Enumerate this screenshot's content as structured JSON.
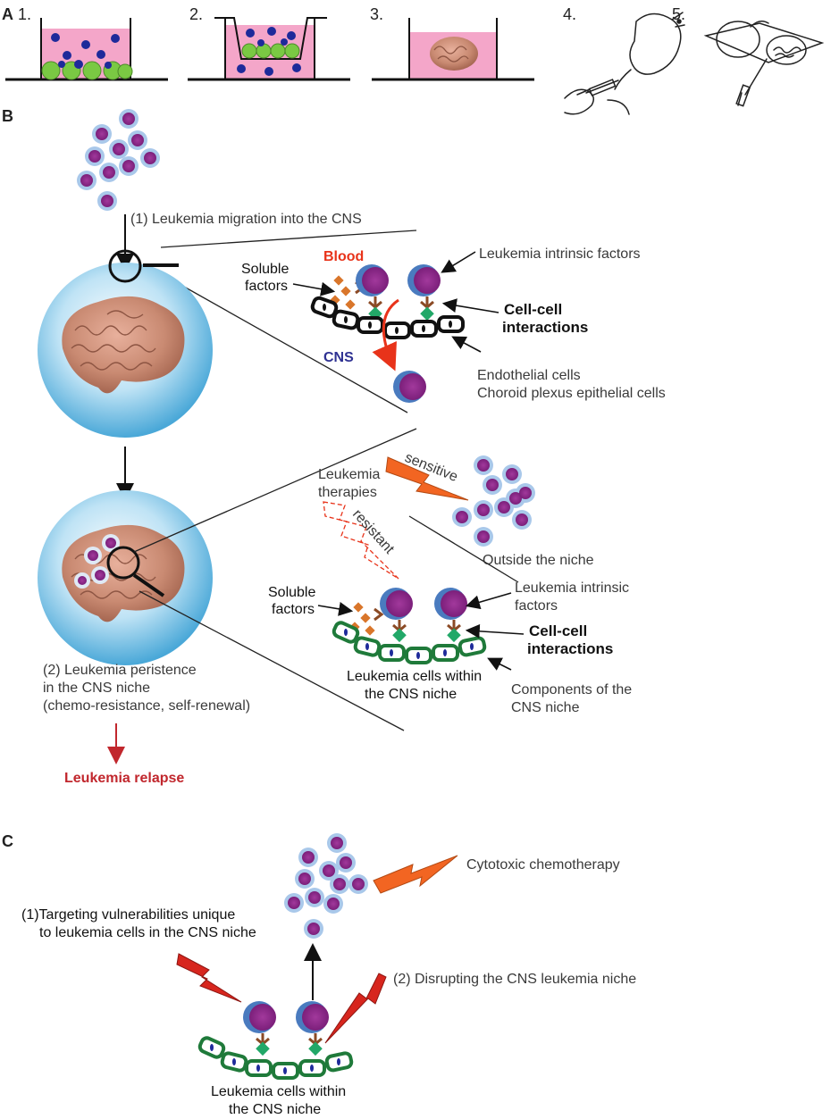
{
  "panels": {
    "a": {
      "letter": "A",
      "steps": [
        "1.",
        "2.",
        "3.",
        "4.",
        "5."
      ]
    },
    "b": {
      "letter": "B",
      "migration_label": "(1) Leukemia migration into the CNS",
      "blood_label": "Blood",
      "cns_label": "CNS",
      "soluble_factors": [
        "Soluble",
        "factors"
      ],
      "intrinsic_factors": "Leukemia intrinsic factors",
      "cell_cell_interactions": [
        "Cell-cell",
        "interactions"
      ],
      "endothelial": [
        "Endothelial cells",
        "Choroid plexus epithelial cells"
      ],
      "therapies": [
        "Leukemia",
        "therapies"
      ],
      "sensitive": "sensitive",
      "resistant": "resistant",
      "outside_niche": "Outside the niche",
      "soluble_factors_2": [
        "Soluble",
        "factors"
      ],
      "intrinsic_factors_2": [
        "Leukemia intrinsic",
        "factors"
      ],
      "cell_cell_interactions_2": [
        "Cell-cell",
        "interactions"
      ],
      "cells_within_niche": [
        "Leukemia cells within",
        "the CNS niche"
      ],
      "niche_components": [
        "Components of the",
        "CNS niche"
      ],
      "persistence": [
        "(2) Leukemia peristence",
        "in the CNS niche",
        "(chemo-resistance, self-renewal)"
      ],
      "relapse": "Leukemia relapse"
    },
    "c": {
      "letter": "C",
      "cytotoxic": "Cytotoxic chemotherapy",
      "targeting": [
        "(1)Targeting vulnerabilities unique",
        "to leukemia cells in the CNS niche"
      ],
      "disrupting": "(2) Disrupting the CNS leukemia niche",
      "cells_within_niche": [
        "Leukemia cells within",
        "the CNS niche"
      ]
    }
  },
  "colors": {
    "medium_pink": "#f4a6c9",
    "blue_dot": "#1e2a9a",
    "green_cell": "#7ac943",
    "leukemia_purple": "#93278f",
    "leukemia_halo": "#a9c8ea",
    "endothelial_black": "#111111",
    "niche_green": "#1f7a3a",
    "relapse_red": "#c1272d",
    "bolt_orange": "#f26522",
    "bolt_red": "#d7261e",
    "blood_red": "#e8331a",
    "cns_blue": "#2e3192"
  }
}
